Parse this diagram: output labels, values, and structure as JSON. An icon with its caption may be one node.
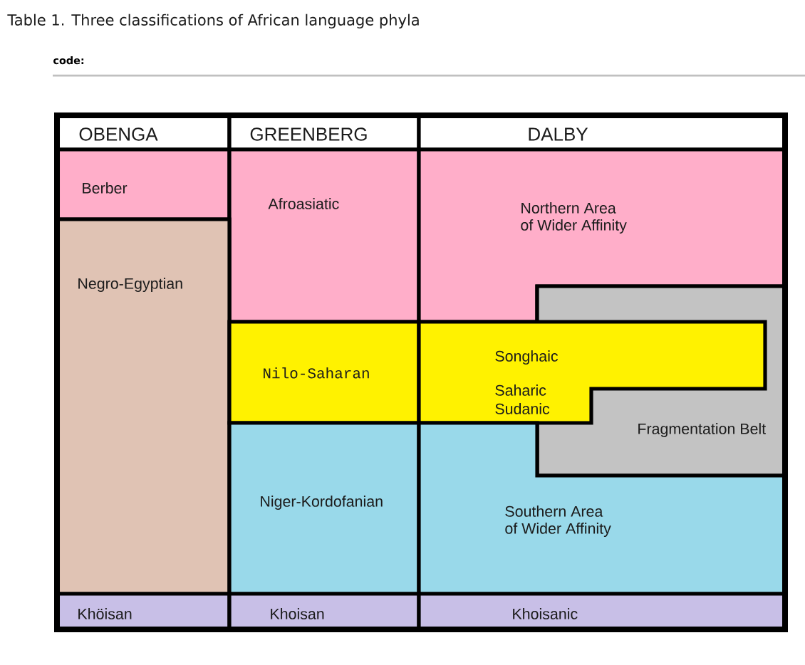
{
  "diagram": {
    "title": "Table 1. Three classifications of African language phyla",
    "nodes": [
      {
        "text": [
          "OBENGA"
        ]
      },
      {
        "text": [
          "GREENBERG"
        ]
      },
      {
        "text": [
          "DALBY"
        ]
      },
      {
        "text": [
          "Berber"
        ]
      },
      {
        "text": [
          "Afroasiatic"
        ]
      },
      {
        "text": [
          "Northern Area of Wider Affinity"
        ]
      },
      {
        "text": [
          "Negro-Egyptian"
        ]
      },
      {
        "text": [
          "Fragmentation Belt"
        ]
      },
      {
        "text": [
          "Nilo-Saharan"
        ]
      },
      {
        "text": [
          "Songhaic",
          "Saharic",
          "Sudanic"
        ]
      },
      {
        "text": [
          "Niger-Kordofanian"
        ]
      },
      {
        "text": [
          "Southern Area of Wider Affinity"
        ]
      },
      {
        "text": [
          "Khöisan"
        ]
      },
      {
        "text": [
          "Khoisan"
        ]
      },
      {
        "text": [
          "Khoisanic"
        ]
      }
    ],
    "labels": [
      "code:"
    ]
  }
}
